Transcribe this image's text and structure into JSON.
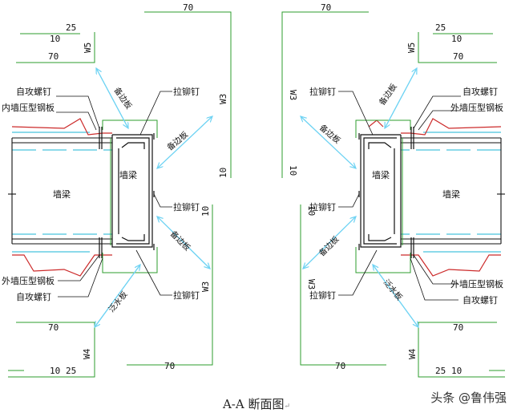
{
  "caption": "A-A 断面图",
  "caption_mark": "↵",
  "watermark": "头条 @鲁伟强",
  "colors": {
    "dimension": "#2e9e2e",
    "wall_panel": "#cc2a2a",
    "wall_line": "#1ab6d6",
    "flashing_arrow": "#6fd3f3",
    "outline": "#111111"
  },
  "left": {
    "dims": {
      "top_70": "70",
      "n25": "25",
      "n10": "10",
      "w5": "W5",
      "mid_70": "70",
      "w3_top": "W3",
      "ten_top": "10",
      "ten_mid": "10",
      "w3_bot": "W3",
      "bot_70": "70",
      "w4": "W4",
      "n10b": "10",
      "n25b": "25",
      "bottom_70": "70"
    },
    "labels": {
      "screw_top": "自攻螺钉",
      "inner_panel": "内墙压型钢板",
      "rivet_top": "拉铆钉",
      "rivet_mid": "拉铆钉",
      "rivet_bot": "拉铆钉",
      "outer_panel": "外墙压型钢板",
      "screw_bot": "自攻螺钉",
      "wall_beam_big": "墙梁",
      "wall_beam_small": "墙梁"
    },
    "flashings": [
      "备边板",
      "备边板",
      "备边板",
      "泛水板"
    ]
  },
  "right": {
    "dims": {
      "top_70": "70",
      "n25": "25",
      "n10": "10",
      "w5": "W5",
      "mid_70": "70",
      "w3_top": "W3",
      "ten_top": "10",
      "ten_mid": "10",
      "w3_bot": "W3",
      "bot_70": "70",
      "w4": "W4",
      "n25b": "25",
      "n10b": "10",
      "bottom_70": "70"
    },
    "labels": {
      "rivet_top": "拉铆钉",
      "screw_top": "自攻螺钉",
      "outer_panel_top": "外墙压型钢板",
      "rivet_mid": "拉铆钉",
      "rivet_bot": "拉铆钉",
      "outer_panel_bot": "外墙压型钢板",
      "screw_bot": "自攻螺钉",
      "wall_beam_big": "墙梁",
      "wall_beam_small": "墙梁"
    },
    "flashings": [
      "备边板",
      "备边板",
      "备边板",
      "泛水板"
    ]
  }
}
